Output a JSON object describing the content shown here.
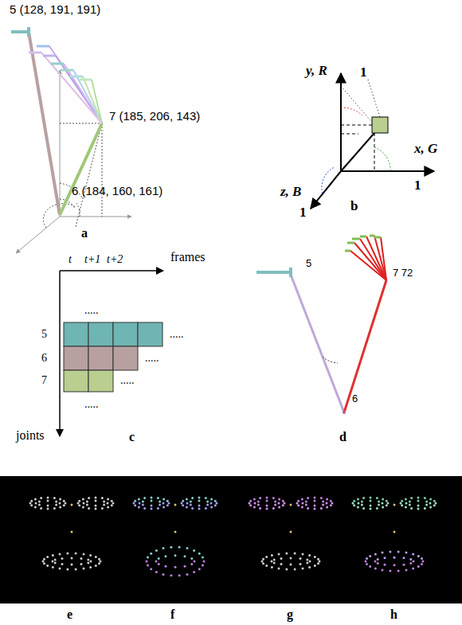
{
  "diagram": {
    "labels": [
      "5 (128, 191, 191)",
      "7 (185, 206, 143)",
      "6 (184, 160, 161)",
      "a",
      "y, R",
      "1",
      "x, G",
      "z, B",
      "1",
      "1",
      "b",
      "t",
      "t+1",
      "t+2",
      "frames",
      ".....",
      "5",
      ".....",
      "6",
      ".....",
      "7",
      ".....",
      ".....",
      "joints",
      "c",
      "5",
      "7 72",
      "6",
      "d",
      "e",
      "f",
      "g",
      "h"
    ]
  }
}
